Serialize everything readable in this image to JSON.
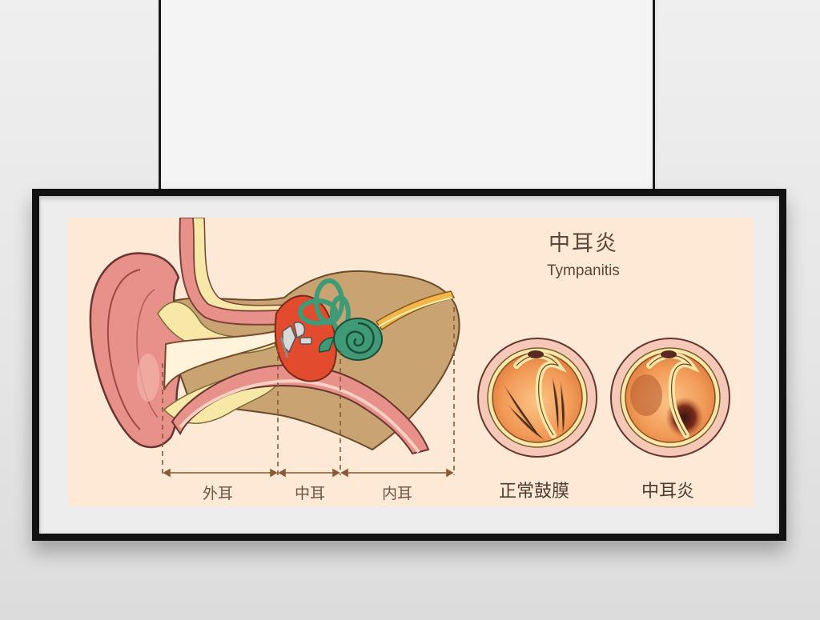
{
  "poster": {
    "title_cn": "中耳炎",
    "title_en": "Tympanitis"
  },
  "regions": {
    "outer_ear": "外耳",
    "middle_ear": "中耳",
    "inner_ear": "内耳"
  },
  "eardrums": {
    "normal_label": "正常鼓膜",
    "inflamed_label": "中耳炎"
  },
  "colors": {
    "background": "#fde9d6",
    "skin": "#e8908a",
    "bone": "#c9a472",
    "middle_ear_red": "#e24b2e",
    "cochlea_green": "#3f9a78",
    "label_brown": "#6e5443",
    "eardrum_orange": "#f29a57"
  }
}
